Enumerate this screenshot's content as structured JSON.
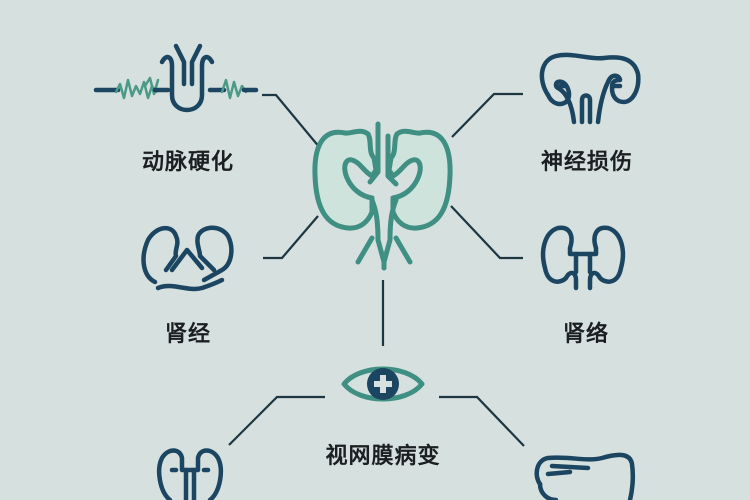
{
  "diagram": {
    "center": {
      "name": "kidneys",
      "icon": "kidney-pair-icon"
    },
    "nodes": [
      {
        "id": "atherosclerosis",
        "label": "动脉硬化",
        "icon": "artery-plaque-icon",
        "position": "top-left"
      },
      {
        "id": "nerve-damage",
        "label": "神经损伤",
        "icon": "nerve-kidney-icon",
        "position": "top-right"
      },
      {
        "id": "kidney-meridian",
        "label": "肾经",
        "icon": "kidney-meridian-icon",
        "position": "middle-left"
      },
      {
        "id": "kidney-collateral",
        "label": "肾络",
        "icon": "kidney-collateral-icon",
        "position": "middle-right"
      },
      {
        "id": "retinopathy",
        "label": "视网膜病变",
        "icon": "eye-plus-icon",
        "position": "bottom-center"
      },
      {
        "id": "bottom-left-organ",
        "label": "",
        "icon": "kidney-outline-icon",
        "position": "bottom-left"
      },
      {
        "id": "bottom-right-organ",
        "label": "",
        "icon": "intestine-outline-icon",
        "position": "bottom-right"
      }
    ]
  },
  "colors": {
    "background": "#d5e0df",
    "teal": "#3f8f82",
    "teal_fill": "#cfe3dd",
    "navy": "#1b4560",
    "line": "#1d3640",
    "text": "#1c1f22",
    "wave_green": "#4a9a86"
  }
}
